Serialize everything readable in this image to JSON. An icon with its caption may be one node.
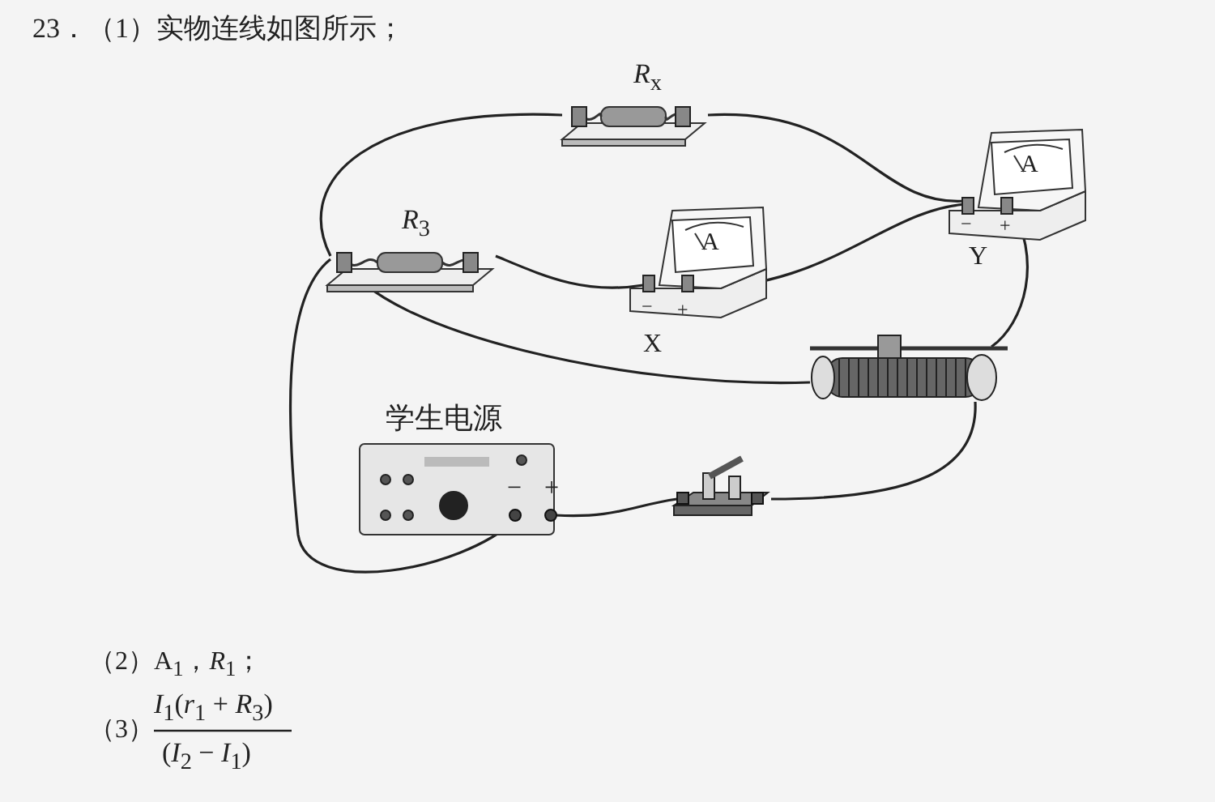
{
  "diagram": {
    "title": "23．（1）实物连线如图所示；",
    "nodes": [
      {
        "text": [
          "*R*$_{x}$"
        ]
      },
      {
        "text": [
          "*R*$_{3}$"
        ]
      },
      {
        "text": [
          "A"
        ],
        "beside": [
          "X"
        ]
      },
      {
        "text": [
          "A"
        ],
        "beside": [
          "Y"
        ]
      },
      {
        "text": [],
        "shape": "picture"
      },
      {
        "text": [
          "学生电源"
        ]
      },
      {
        "text": [],
        "shape": "picture"
      }
    ],
    "edges": [
      {
        "from": 0,
        "to": 1,
        "arrow": "none"
      },
      {
        "from": 0,
        "to": 3,
        "arrow": "none"
      },
      {
        "from": 1,
        "to": 2,
        "arrow": "none"
      },
      {
        "from": 2,
        "to": 3,
        "arrow": "none"
      },
      {
        "from": 3,
        "to": 4,
        "arrow": "none"
      },
      {
        "from": 1,
        "to": 4,
        "arrow": "none"
      },
      {
        "from": 1,
        "to": 5,
        "arrow": "none"
      },
      {
        "from": 5,
        "to": 6,
        "arrow": "none"
      },
      {
        "from": 6,
        "to": 4,
        "arrow": "none"
      }
    ],
    "labels": [
      "−",
      "+",
      "−",
      "+",
      "−",
      "+",
      "（2）A$_{1}$，*R*$_{1}$；",
      "（3）",
      "*I*$_{1}$(*r*$_{1}$ + *R*$_{3}$)",
      "(*I*$_{2}$ − *I*$_{1}$)"
    ]
  }
}
